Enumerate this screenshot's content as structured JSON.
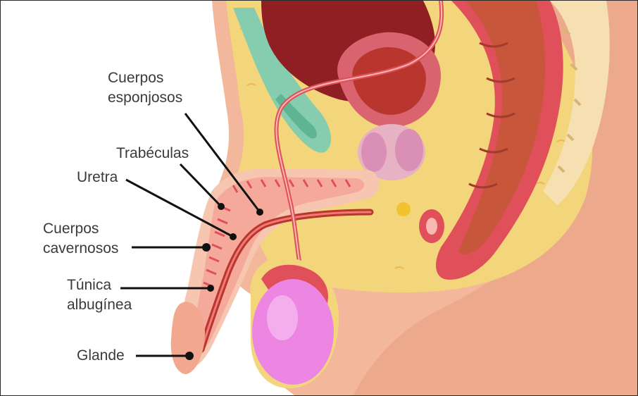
{
  "labels": {
    "cuerpos_esponjosos": [
      "Cuerpos",
      "esponjosos"
    ],
    "trabeculas": "Trabéculas",
    "uretra": "Uretra",
    "cuerpos_cavernosos": [
      "Cuerpos",
      "cavernosos"
    ],
    "tunica_albuginea": [
      "Túnica",
      "albugínea"
    ],
    "glande": "Glande"
  },
  "colors": {
    "label_text": "#3a3a3a",
    "leader_line": "#111111",
    "skin": "#f3b89b",
    "skin_shadow": "#e89d7d",
    "fat_tissue": "#f3d57b",
    "tissue_pink": "#f6b8b0",
    "tissue_red": "#e0505a",
    "dark_red": "#8f1f22",
    "bladder_wall": "#d9636e",
    "rectum": "#c8563b",
    "vesicle": "#d98fb6",
    "testis": "#ec86e2",
    "pubic_bone": "#86cdb0",
    "yellow_gland": "#f2c230"
  }
}
